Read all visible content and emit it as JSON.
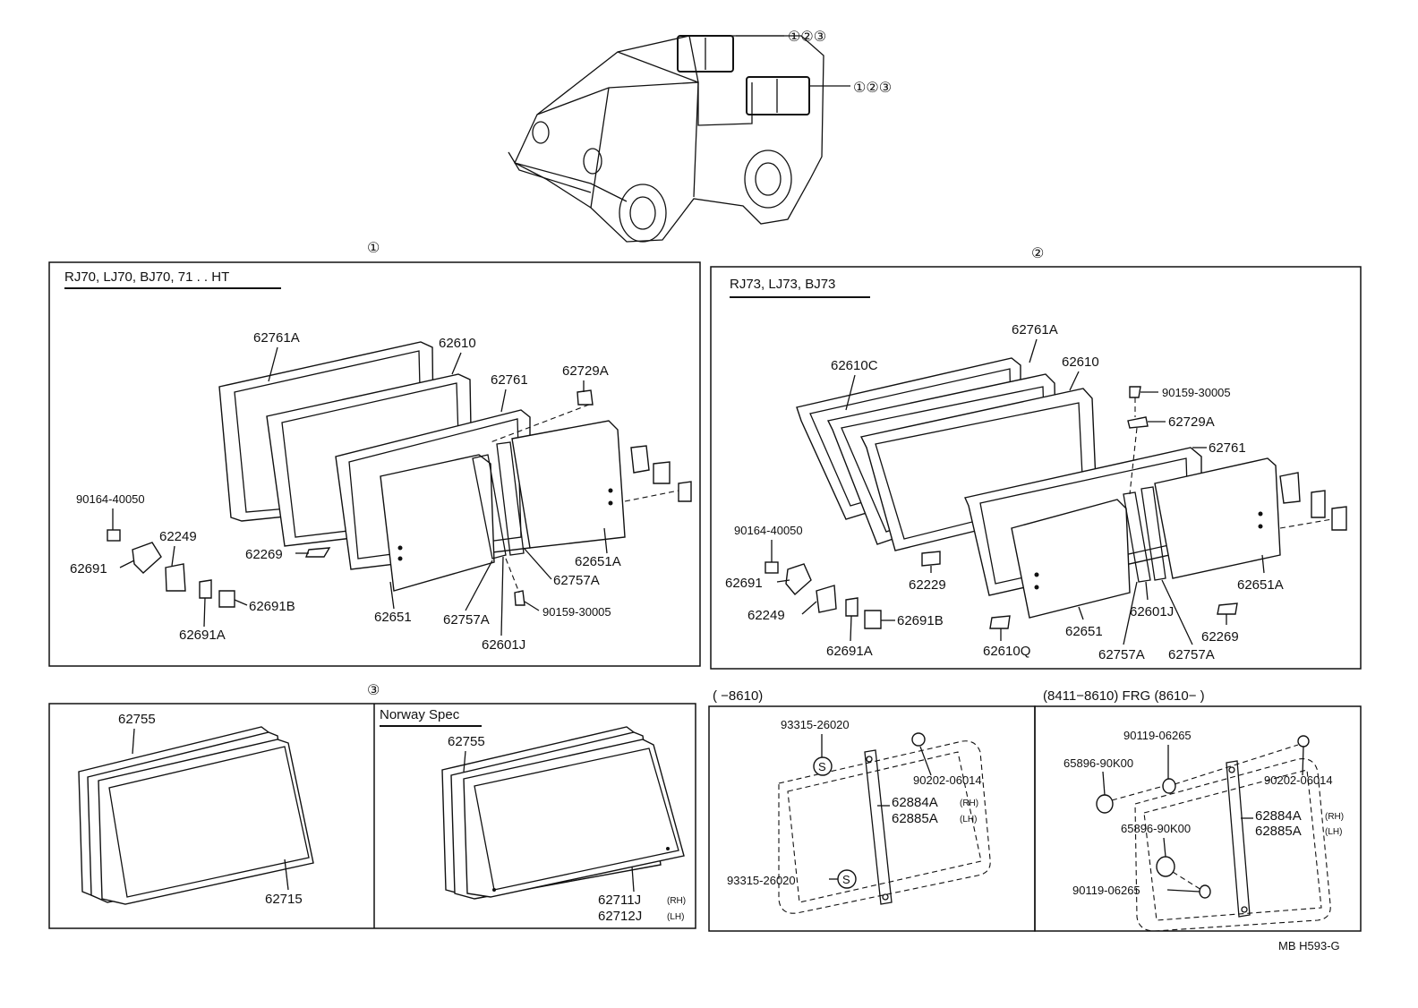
{
  "callout_set": "①②③",
  "sections": {
    "s1": {
      "marker": "①",
      "model": "RJ70, LJ70, BJ70, 71 . . HT",
      "parts": [
        "62761A",
        "62610",
        "62761",
        "62729A",
        "90164-40050",
        "62249",
        "62691",
        "62269",
        "62651A",
        "62757A",
        "62691B",
        "62651",
        "62757A",
        "90159-30005",
        "62691A",
        "62601J"
      ]
    },
    "s2": {
      "marker": "②",
      "model": "RJ73, LJ73, BJ73",
      "parts": [
        "62761A",
        "62610C",
        "62610",
        "90159-30005",
        "62729A",
        "62761",
        "90164-40050",
        "62691",
        "62229",
        "62651A",
        "62249",
        "62691B",
        "62601J",
        "62269",
        "62691A",
        "62651",
        "62610Q",
        "62757A",
        "62757A"
      ]
    },
    "s3": {
      "marker": "③",
      "norway": "Norway Spec",
      "left_parts": [
        "62755",
        "62715"
      ],
      "right_parts": [
        "62755",
        "62711J",
        "(RH)",
        "62712J",
        "(LH)"
      ]
    },
    "s4": {
      "range": "(        −8610)",
      "parts": [
        "93315-26020",
        "90202-06014",
        "62884A",
        "(RH)",
        "62885A",
        "(LH)",
        "93315-26020"
      ]
    },
    "s5": {
      "range": "(8411−8610) FRG (8610−        )",
      "parts": [
        "90119-06265",
        "65896-90K00",
        "90202-06014",
        "62884A",
        "(RH)",
        "62885A",
        "(LH)",
        "65896-90K00",
        "90119-06265"
      ]
    }
  },
  "footer_code": "MB  H593-G"
}
